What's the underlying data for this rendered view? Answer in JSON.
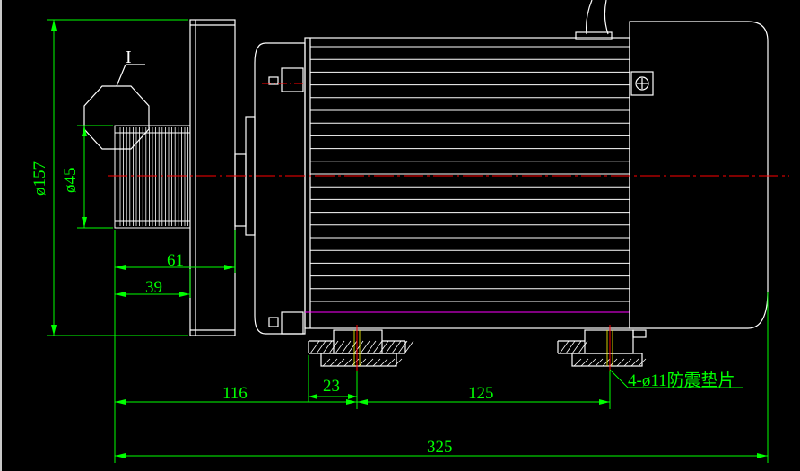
{
  "colors": {
    "background": "#000000",
    "outline": "#ffffff",
    "dimension": "#00ff00",
    "centerline": "#ff0000",
    "hatch": "#ff00ff",
    "detail_label": "#ffffff",
    "window_frame": "#c8c8c8"
  },
  "labels": {
    "detail_marker": "I",
    "note": "4-ø11防震垫片"
  },
  "dimensions": {
    "flange_diameter": "ø157",
    "shaft_diameter": "ø45",
    "shaft_length": "61",
    "thread_length": "39",
    "to_mount": "116",
    "mount_offset": "23",
    "mount_spacing": "125",
    "overall_length": "325"
  }
}
